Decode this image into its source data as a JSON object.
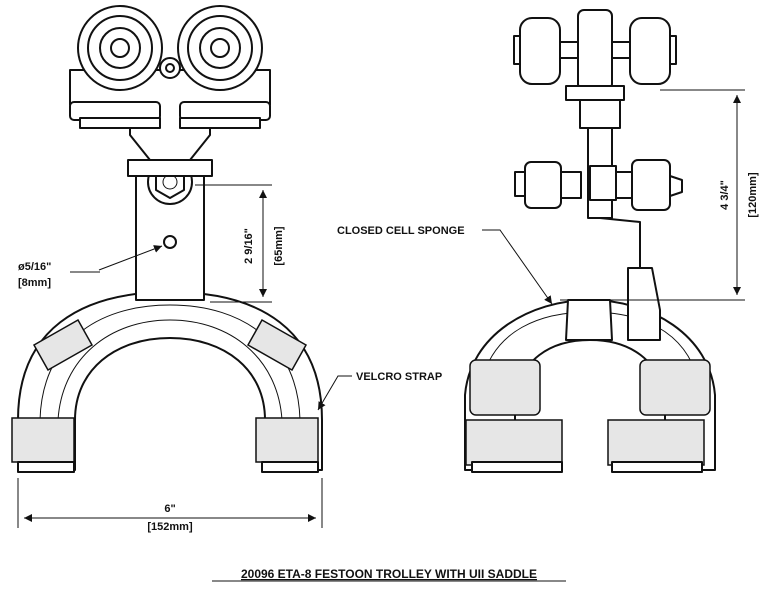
{
  "title": "20096 ETA-8 FESTOON TROLLEY WITH UII SADDLE",
  "labels": {
    "hole_dia_in": "ø5/16\"",
    "hole_dia_mm": "[8mm]",
    "height_in": "2 9/16\"",
    "height_mm": "[65mm]",
    "width_in": "6\"",
    "width_mm": "[152mm]",
    "velcro": "VELCRO STRAP",
    "sponge": "CLOSED CELL SPONGE",
    "side_in": "4 3/4\"",
    "side_mm": "[120mm]"
  }
}
